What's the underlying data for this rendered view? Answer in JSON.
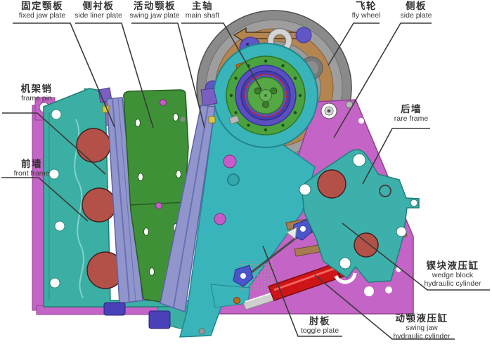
{
  "labels": {
    "fixed_jaw": {
      "zh": "固定颚板",
      "en": "fixed jaw plate"
    },
    "side_liner": {
      "zh": "侧衬板",
      "en": "side liner plate"
    },
    "swing_jaw": {
      "zh": "活动颚板",
      "en": "swing jaw plate"
    },
    "main_shaft": {
      "zh": "主轴",
      "en": "main shaft"
    },
    "fly_wheel": {
      "zh": "飞轮",
      "en": "fly wheel"
    },
    "side_plate": {
      "zh": "侧板",
      "en": "side plate"
    },
    "frame_pin": {
      "zh": "机架销",
      "en": "frame pin"
    },
    "front_frame": {
      "zh": "前墙",
      "en": "front frame"
    },
    "rare_frame": {
      "zh": "后墙",
      "en": "rare frame"
    },
    "wedge_cyl": {
      "zh": "锲块液压缸",
      "en": "wedge block",
      "en2": "hydraulic cylinder"
    },
    "swing_cyl": {
      "zh": "动颚液压缸",
      "en": "swing jaw",
      "en2": "hydraulic cylinder"
    },
    "toggle": {
      "zh": "肘板",
      "en": "toggle plate"
    }
  },
  "colors": {
    "label": "#333333",
    "magenta": "#c464c6",
    "teal": "#3bafa3",
    "cyanTeal": "#39b4ba",
    "green": "#3f9138",
    "gearGreen": "#4aa33e",
    "periwinkle": "#9095cc",
    "indigo": "#4a41b8",
    "purpleCap": "#7a5fc0",
    "redCircle": "#b35149",
    "brightRed": "#cf1418",
    "brown": "#a87c50",
    "tan": "#b5854f",
    "grayRim": "#8a8a8a",
    "blobPurple": "#6156c5"
  }
}
